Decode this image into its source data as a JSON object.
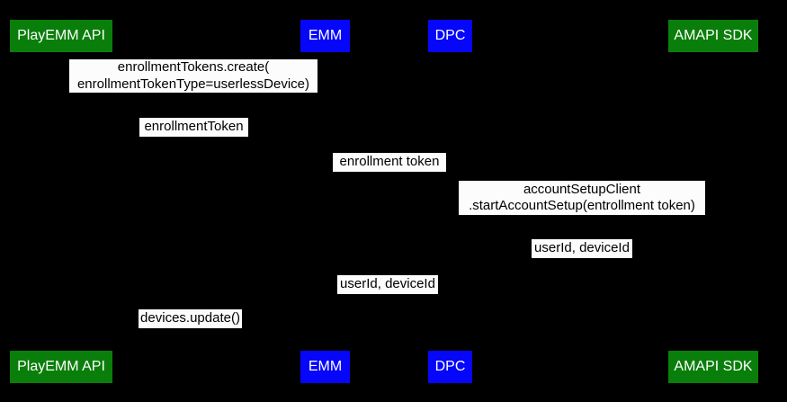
{
  "diagram": {
    "type": "sequence-diagram",
    "colors": {
      "background": "#000000",
      "actor_green": "#0a7e0a",
      "actor_blue": "#0606fa",
      "actor_text": "#ffffff",
      "label_background": "#fcfcfc",
      "label_text": "#000000"
    },
    "actors": [
      {
        "label": "PlayEMM API",
        "color": "green"
      },
      {
        "label": "EMM",
        "color": "blue"
      },
      {
        "label": "DPC",
        "color": "blue"
      },
      {
        "label": "AMAPI SDK",
        "color": "green"
      }
    ],
    "messages": [
      {
        "text": "enrollmentTokens.create(\nenrollmentTokenType=userlessDevice)"
      },
      {
        "text": "enrollmentToken"
      },
      {
        "text": "enrollment token"
      },
      {
        "text": "accountSetupClient\n.startAccountSetup(entrollment token)"
      },
      {
        "text": "userId, deviceId"
      },
      {
        "text": "userId, deviceId"
      },
      {
        "text": "devices.update()"
      }
    ]
  }
}
